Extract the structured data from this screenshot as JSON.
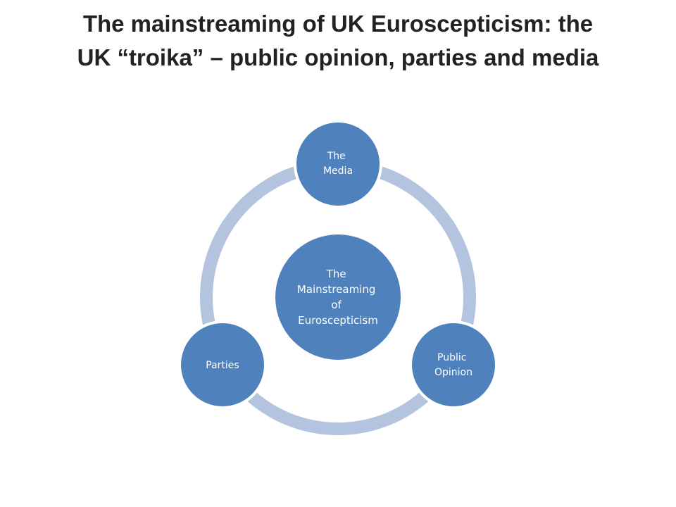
{
  "title": {
    "line1": "The mainstreaming of UK Euroscepticism: the",
    "line2": "UK “troika” – public opinion, parties and media"
  },
  "diagram": {
    "center": {
      "lines": [
        "The",
        "Mainstreaming",
        "of",
        "Euroscepticism"
      ]
    },
    "nodes": [
      {
        "id": "media",
        "lines": [
          "The",
          "Media"
        ]
      },
      {
        "id": "public-opinion",
        "lines": [
          "Public",
          "Opinion"
        ]
      },
      {
        "id": "parties",
        "lines": [
          "Parties"
        ]
      }
    ]
  },
  "colors": {
    "node_fill": "#4F81BD",
    "node_stroke": "#ffffff",
    "ring": "#B4C4DF",
    "title": "#222222"
  }
}
